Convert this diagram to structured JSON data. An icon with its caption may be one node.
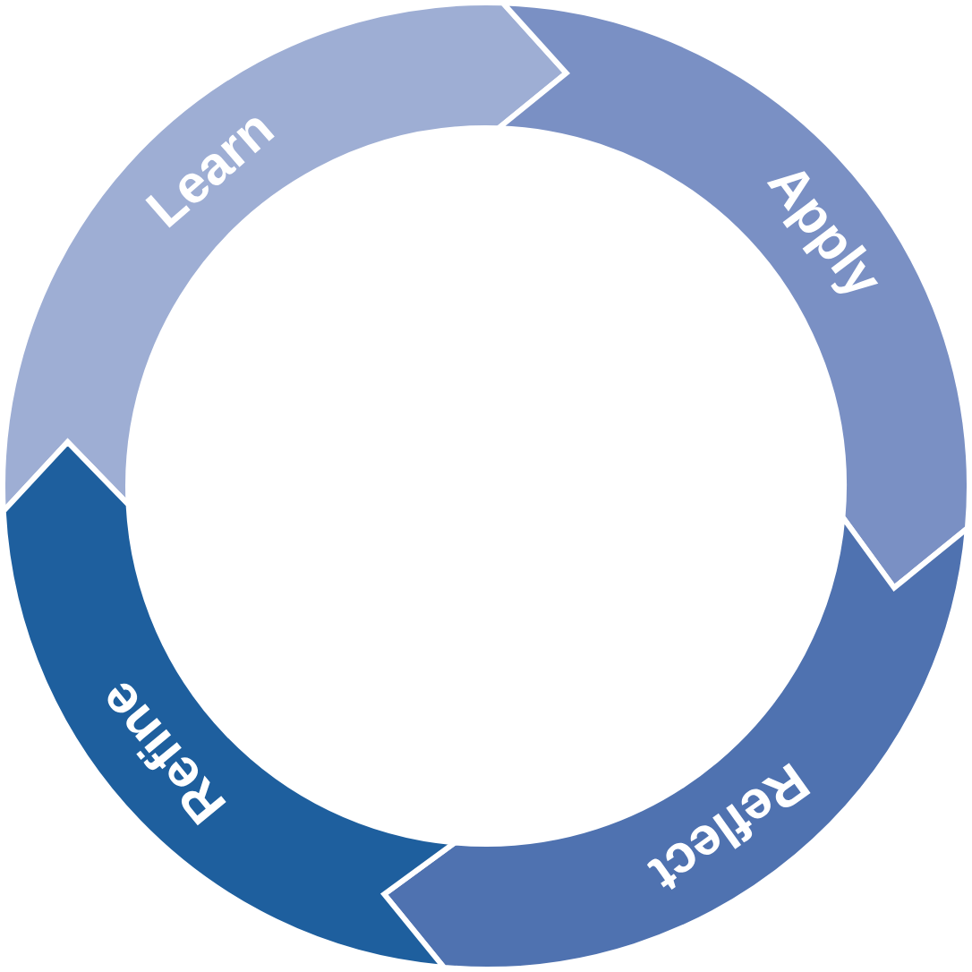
{
  "diagram": {
    "nodes": [
      {
        "text": [
          "Learn"
        ]
      },
      {
        "text": [
          "Apply"
        ]
      },
      {
        "text": [
          "Reflect"
        ]
      },
      {
        "text": [
          "Refine"
        ]
      }
    ]
  }
}
